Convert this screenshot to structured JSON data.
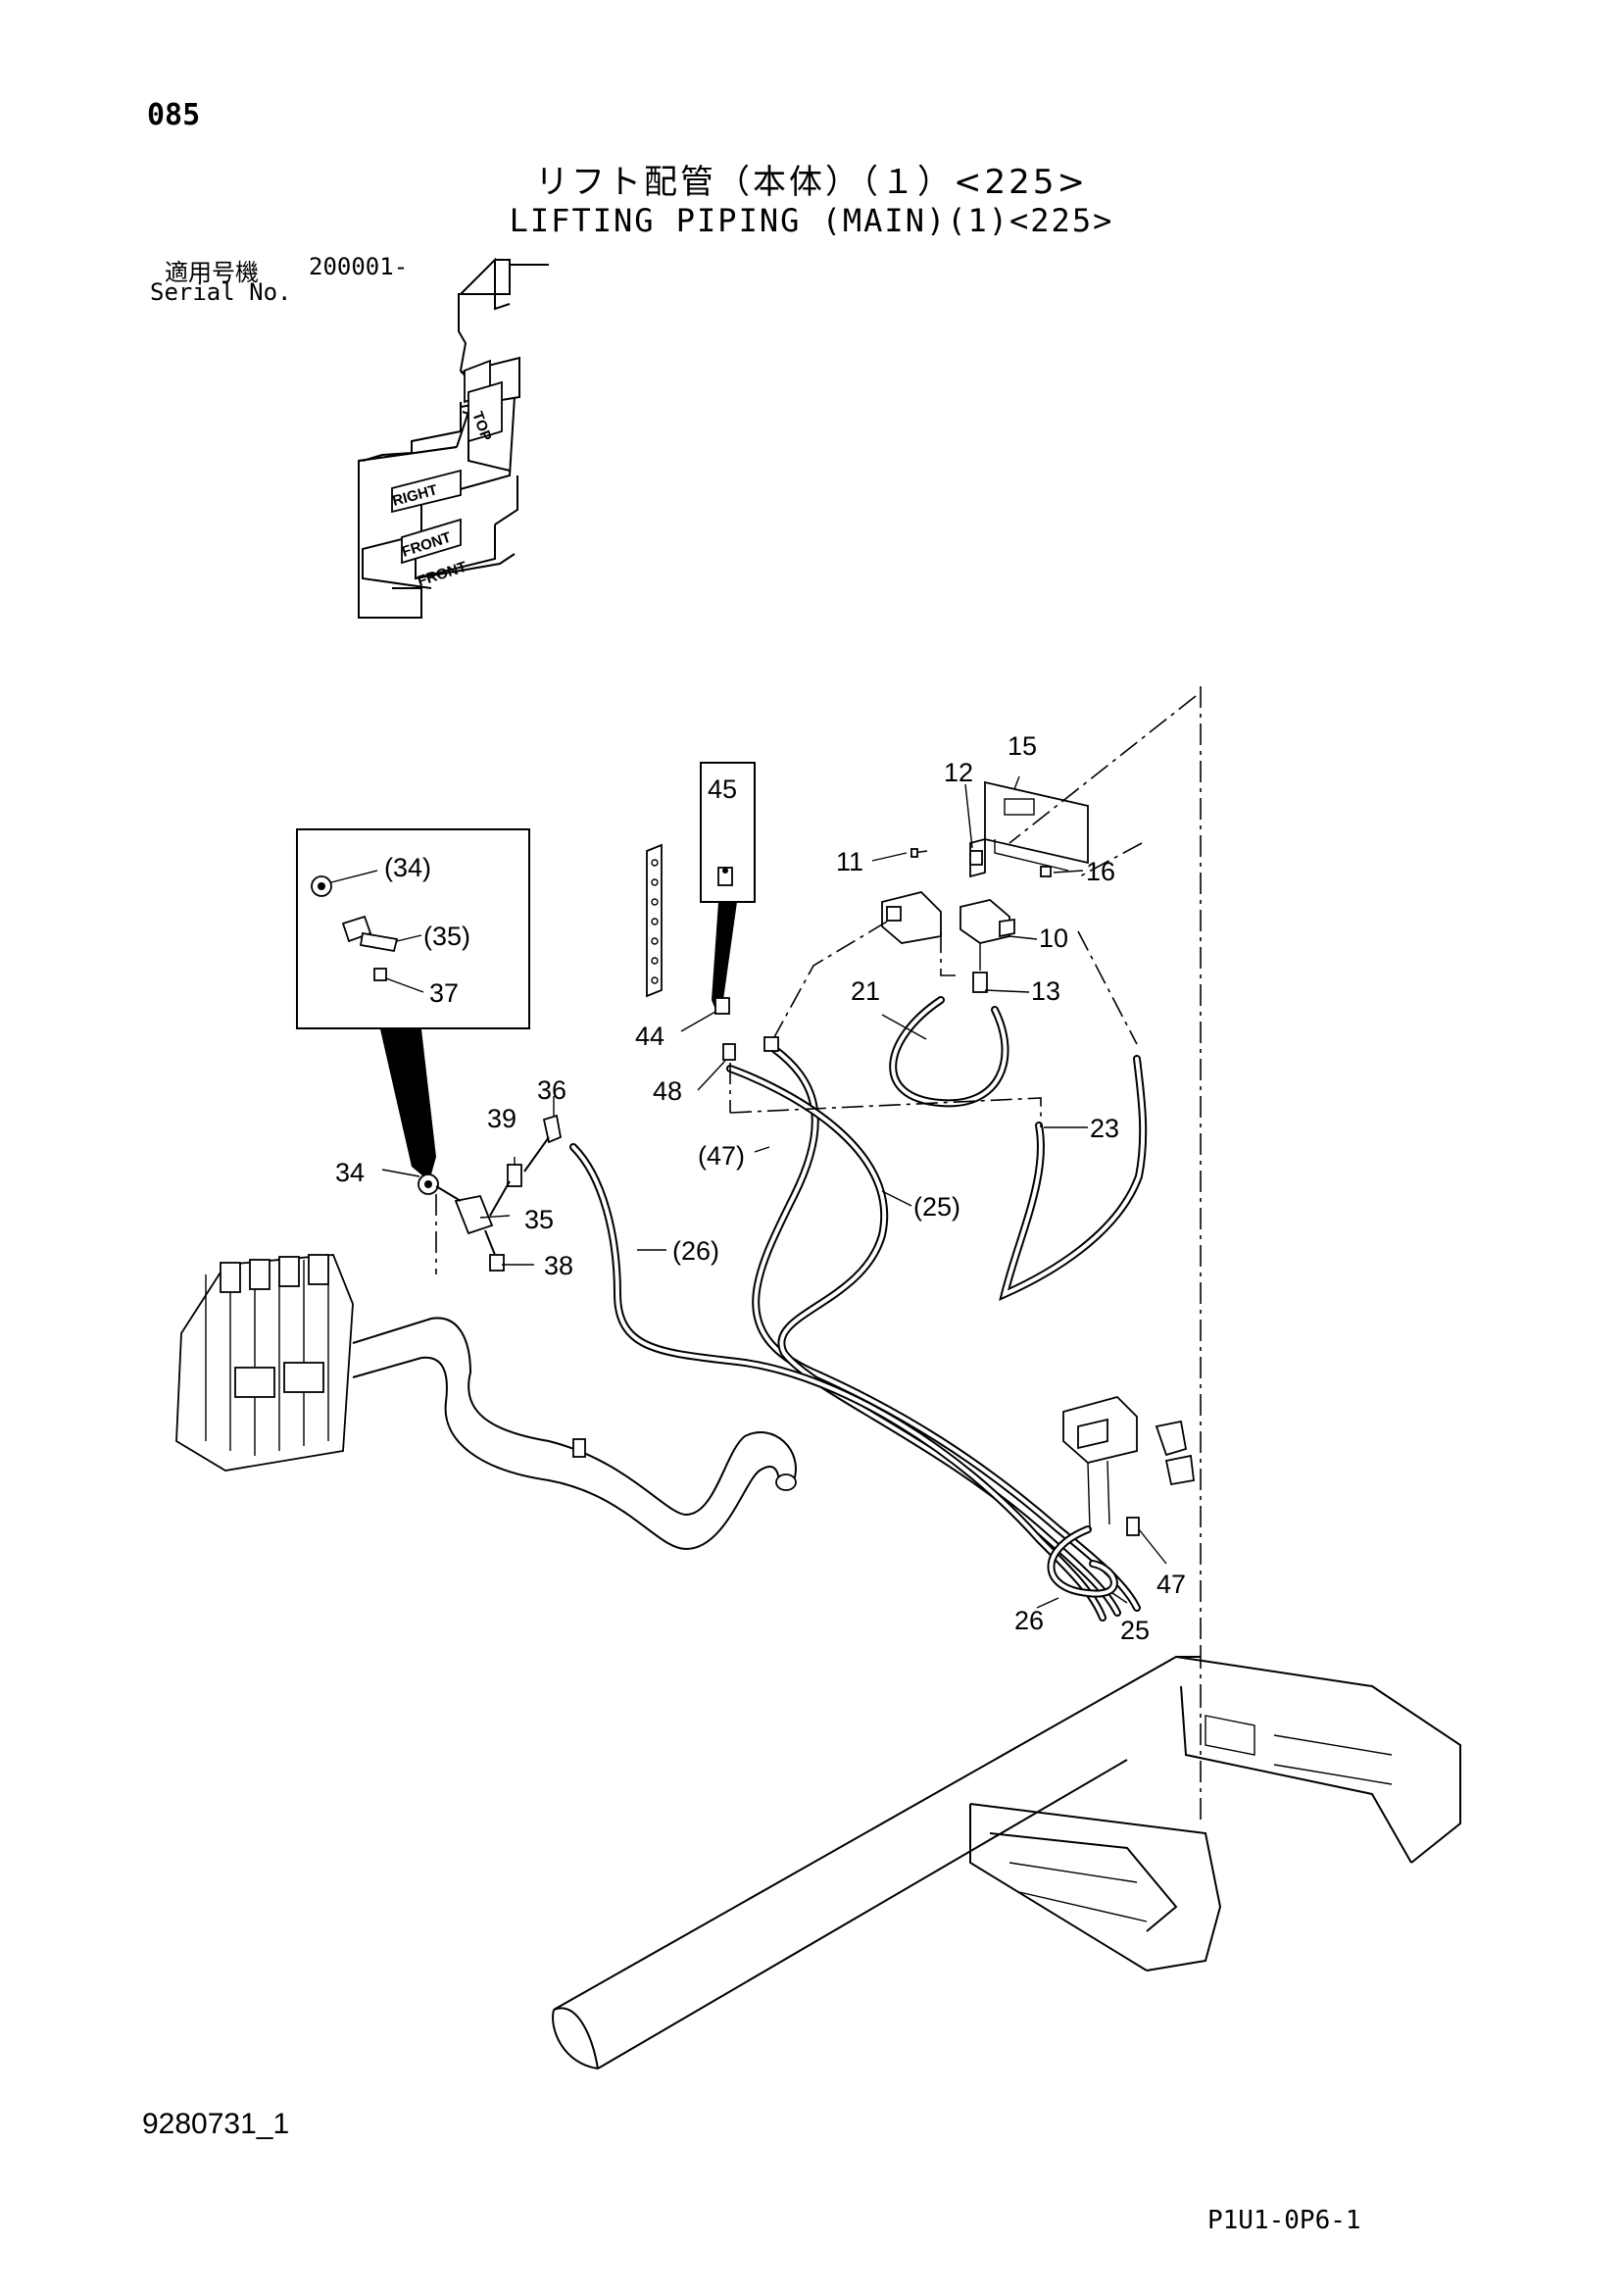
{
  "header": {
    "page_number": "085",
    "title_jp": "リフト配管（本体）（１）<225>",
    "title_en": "LIFTING PIPING (MAIN)(1)<225>",
    "serial_jp_label": "適用号機",
    "serial_range": "200001-",
    "serial_en_label": "Serial No."
  },
  "orientation_icon": {
    "labels": [
      "TOP",
      "RIGHT",
      "FRONT",
      "FRONT"
    ]
  },
  "callouts": {
    "c10": "10",
    "c11": "11",
    "c12": "12",
    "c13": "13",
    "c15": "15",
    "c16": "16",
    "c21": "21",
    "c23": "23",
    "c25a": "(25)",
    "c25b": "25",
    "c26a": "(26)",
    "c26b": "26",
    "c34": "34",
    "c35": "35",
    "c36": "36",
    "c37": "37",
    "c38": "38",
    "c39": "39",
    "c44": "44",
    "c45": "45",
    "c47a": "(47)",
    "c47b": "47",
    "c48": "48",
    "inset_34": "(34)",
    "inset_35": "(35)",
    "inset_37": "37"
  },
  "footer": {
    "drawing_number": "9280731_1",
    "page_code": "P1U1-0P6-1"
  }
}
